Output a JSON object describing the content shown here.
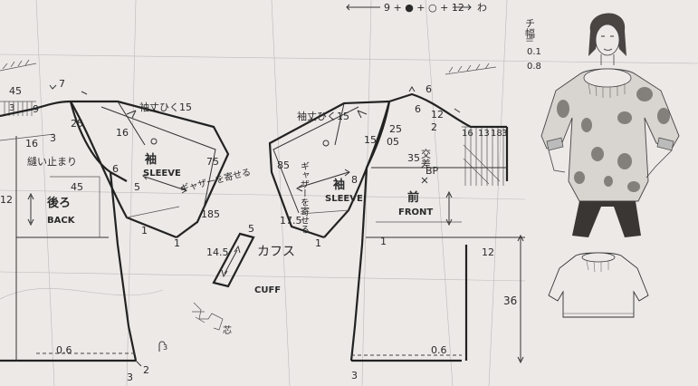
{
  "colors": {
    "paper": "#ece9e7",
    "ink": "#2a2a2a",
    "print": "#c6c2bf",
    "fabric": "#6f6a66"
  },
  "top_legend": {
    "sequence": "9 + ● + ○ + 12",
    "wa": "わ"
  },
  "side_note": {
    "heading": "チ幅",
    "sep": "＝",
    "v1": "0.1",
    "v2": "0.8"
  },
  "back": {
    "label_jp": "後ろ",
    "label_en": "BACK",
    "n45a": "45",
    "n3a": "3",
    "n7": "7",
    "n9": "9",
    "n25": "25",
    "n16a": "16",
    "n3b": "3",
    "stop": "縫い止まり",
    "n12": "12",
    "n45b": "45",
    "n6": "6",
    "n5": "5",
    "n1": "1",
    "n06": "0.6",
    "n2": "2",
    "n3c": "3",
    "small3": "3"
  },
  "back_sleeve": {
    "title": "袖丈ひく15",
    "n16": "16",
    "n75": "75",
    "label_jp": "袖",
    "label_en": "SLEEVE",
    "gather": "ギャザーを寄せる",
    "n185": "185",
    "n1": "1"
  },
  "cuff": {
    "n5": "5",
    "n145": "14.5",
    "label_jp": "カフス",
    "label_en": "CUFF",
    "core": "芯"
  },
  "front_sleeve": {
    "title": "袖丈ひく15",
    "n15": "15",
    "n85": "85",
    "label_jp": "袖",
    "label_en": "SLEEVE",
    "gather": "ギャザーを寄せる",
    "n175": "17.5",
    "n8": "8",
    "n1": "1"
  },
  "front": {
    "label_jp": "前",
    "label_en": "FRONT",
    "n6a": "6",
    "n25": "25",
    "n05": "05",
    "n6b": "6",
    "n12a": "12",
    "n2": "2",
    "n16": "16",
    "n13": "13",
    "n18": "18",
    "n3": "3",
    "diff": "交差",
    "n35": "35",
    "bp": "BP",
    "n12b": "12",
    "n36": "36",
    "n06": "0.6",
    "n3b": "3",
    "n1": "1"
  }
}
